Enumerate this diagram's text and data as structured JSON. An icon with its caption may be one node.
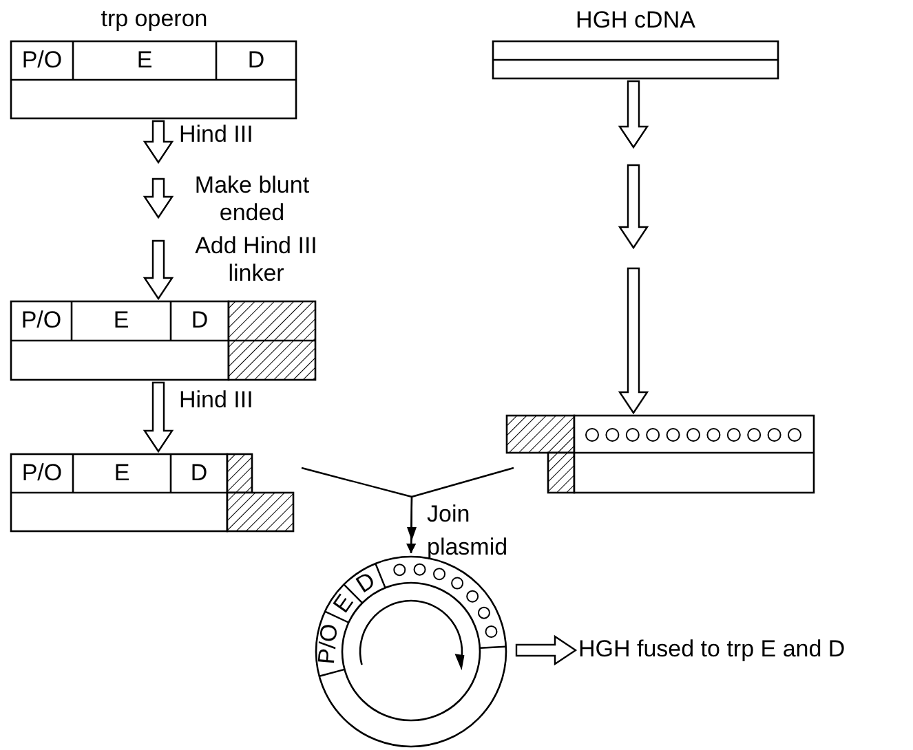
{
  "diagram": {
    "nodes": [
      {
        "text": [
          "trp operon",
          "P/O",
          "E",
          "D"
        ]
      },
      {
        "text": [
          "P/O",
          "E",
          "D"
        ]
      },
      {
        "text": [
          "P/O",
          "E",
          "D"
        ]
      },
      {
        "text": [
          "HGH cDNA"
        ]
      },
      {
        "text": [],
        "shape": "bar"
      },
      {
        "text": [
          "P/O",
          "E",
          "D"
        ]
      },
      {
        "text": [
          "HGH fused to trp E and D"
        ]
      }
    ],
    "edges": [
      {
        "from": 0,
        "to": null,
        "arrow": "to",
        "label": "Hind III"
      },
      {
        "from": null,
        "to": 1,
        "arrow": "to",
        "label": "Add Hind III linker"
      },
      {
        "from": 1,
        "to": 2,
        "arrow": "to",
        "label": "Hind III"
      },
      {
        "from": 3,
        "to": null,
        "arrow": "to"
      },
      {
        "from": null,
        "to": 4,
        "arrow": "to"
      },
      {
        "from": 2,
        "to": 5,
        "arrow": "to"
      },
      {
        "from": 4,
        "to": 5,
        "arrow": "to"
      },
      {
        "from": 5,
        "to": 6,
        "arrow": "to"
      }
    ],
    "labels": [
      "Make blunt ended",
      "Join",
      "plasmid"
    ]
  }
}
